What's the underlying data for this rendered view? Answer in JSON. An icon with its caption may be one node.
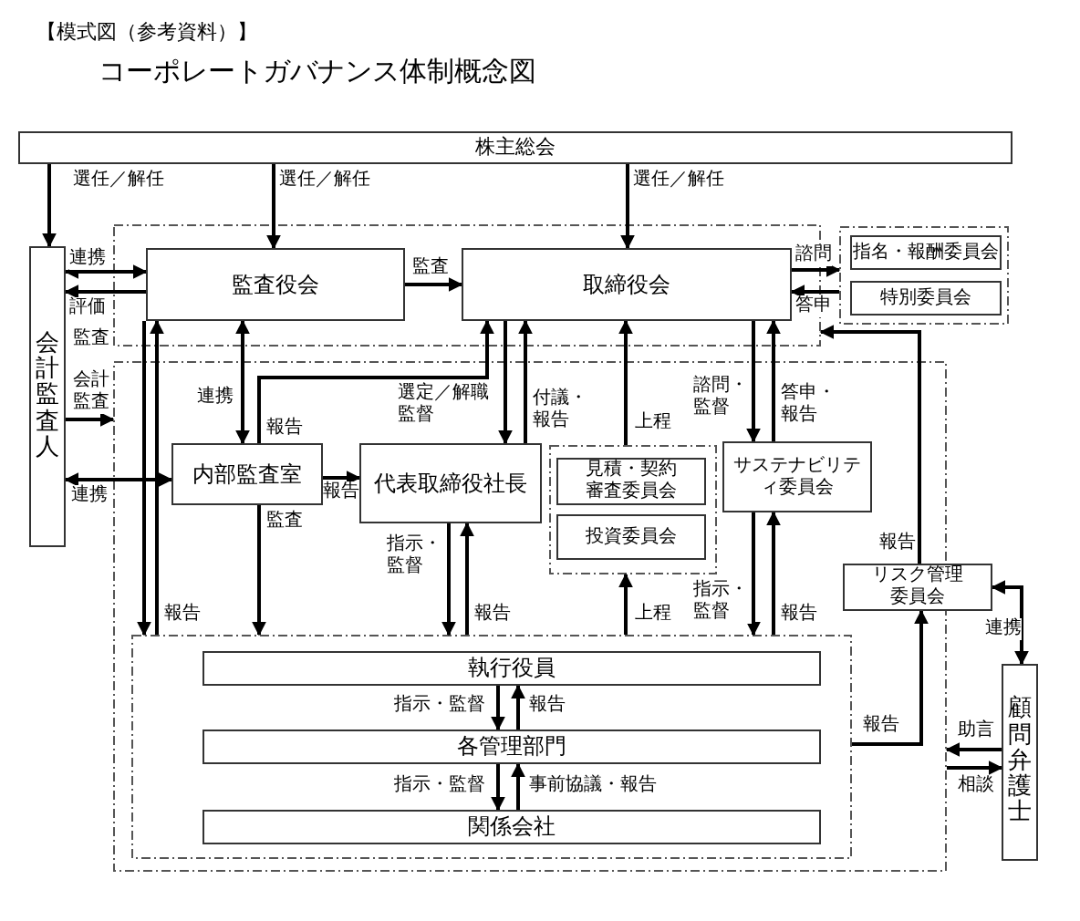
{
  "diagram": {
    "title": "コーポレートガバナンス体制概念図",
    "labels": [
      "【模式図（参考資料）】"
    ],
    "nodes": [
      {
        "text": [
          "株主総会"
        ]
      },
      {
        "text": [
          "会計監査人"
        ]
      },
      {
        "text": [],
        "shape": "box"
      },
      {
        "text": [
          "監査役会"
        ],
        "in": 2
      },
      {
        "text": [
          "取締役会"
        ],
        "in": 2
      },
      {
        "text": [],
        "shape": "box"
      },
      {
        "text": [
          "指名・報酬委員会"
        ],
        "in": 5
      },
      {
        "text": [
          "特別委員会"
        ],
        "in": 5
      },
      {
        "text": [],
        "shape": "box"
      },
      {
        "text": [
          "内部監査室"
        ],
        "in": 8
      },
      {
        "text": [
          "代表取締役社長"
        ],
        "in": 8
      },
      {
        "text": [],
        "shape": "box",
        "in": 8
      },
      {
        "text": [
          "見積・契約審査委員会"
        ],
        "in": 11
      },
      {
        "text": [
          "投資委員会"
        ],
        "in": 11
      },
      {
        "text": [
          "サステナビリティ委員会"
        ],
        "in": 8
      },
      {
        "text": [
          "リスク管理委員会"
        ]
      },
      {
        "text": [],
        "shape": "box",
        "in": 8
      },
      {
        "text": [
          "執行役員"
        ],
        "in": 16
      },
      {
        "text": [
          "各管理部門"
        ],
        "in": 16
      },
      {
        "text": [
          "関係会社"
        ],
        "in": 16
      },
      {
        "text": [
          "顧問弁護士"
        ]
      }
    ],
    "edges": [
      {
        "from": 0,
        "to": 1,
        "arrow": "to",
        "label": "選任／解任"
      },
      {
        "from": 0,
        "to": 3,
        "arrow": "to",
        "label": "選任／解任"
      },
      {
        "from": 0,
        "to": 4,
        "arrow": "to",
        "label": "選任／解任"
      },
      {
        "from": 1,
        "to": 3,
        "arrow": "both",
        "label": "連携"
      },
      {
        "from": 3,
        "to": 1,
        "arrow": "to",
        "label": "評価"
      },
      {
        "from": 3,
        "to": 4,
        "arrow": "to",
        "label": "監査"
      },
      {
        "from": 3,
        "to": 16,
        "arrow": "to",
        "label": "監査"
      },
      {
        "from": 16,
        "to": 3,
        "arrow": "to",
        "label": "報告"
      },
      {
        "from": 3,
        "to": 9,
        "arrow": "both",
        "label": "連携"
      },
      {
        "from": 9,
        "to": 4,
        "arrow": "to",
        "label": "報告"
      },
      {
        "from": 1,
        "to": 9,
        "arrow": "both",
        "label": "連携"
      },
      {
        "from": 1,
        "to": 8,
        "arrow": "to",
        "label": "会計監査"
      },
      {
        "from": 9,
        "to": 10,
        "arrow": "to",
        "label": "報告"
      },
      {
        "from": 9,
        "to": 16,
        "arrow": "to",
        "label": "監査"
      },
      {
        "from": 4,
        "to": 10,
        "arrow": "to",
        "label": "選定／解職監督"
      },
      {
        "from": 10,
        "to": 4,
        "arrow": "to",
        "label": "付議・報告"
      },
      {
        "from": 11,
        "to": 4,
        "arrow": "to",
        "label": "上程"
      },
      {
        "from": 4,
        "to": 14,
        "arrow": "to",
        "label": "諮問・監督"
      },
      {
        "from": 14,
        "to": 4,
        "arrow": "to",
        "label": "答申・報告"
      },
      {
        "from": 4,
        "to": 5,
        "arrow": "to",
        "label": "諮問"
      },
      {
        "from": 5,
        "to": 4,
        "arrow": "to",
        "label": "答申"
      },
      {
        "from": 15,
        "to": 2,
        "arrow": "to",
        "label": "報告"
      },
      {
        "from": 10,
        "to": 16,
        "arrow": "to",
        "label": "指示・監督"
      },
      {
        "from": 16,
        "to": 10,
        "arrow": "to",
        "label": "報告"
      },
      {
        "from": 16,
        "to": 11,
        "arrow": "to",
        "label": "上程"
      },
      {
        "from": 14,
        "to": 16,
        "arrow": "to",
        "label": "指示・監督"
      },
      {
        "from": 16,
        "to": 14,
        "arrow": "to",
        "label": "報告"
      },
      {
        "from": 16,
        "to": 15,
        "arrow": "to",
        "label": "報告"
      },
      {
        "from": 20,
        "to": 15,
        "arrow": "both",
        "label": "連携"
      },
      {
        "from": 20,
        "to": 8,
        "arrow": "to",
        "label": "助言"
      },
      {
        "from": 8,
        "to": 20,
        "arrow": "to",
        "label": "相談"
      },
      {
        "from": 17,
        "to": 18,
        "arrow": "to",
        "label": "指示・監督"
      },
      {
        "from": 18,
        "to": 17,
        "arrow": "to",
        "label": "報告"
      },
      {
        "from": 18,
        "to": 19,
        "arrow": "to",
        "label": "指示・監督"
      },
      {
        "from": 19,
        "to": 18,
        "arrow": "to",
        "label": "事前協議・報告"
      }
    ]
  }
}
